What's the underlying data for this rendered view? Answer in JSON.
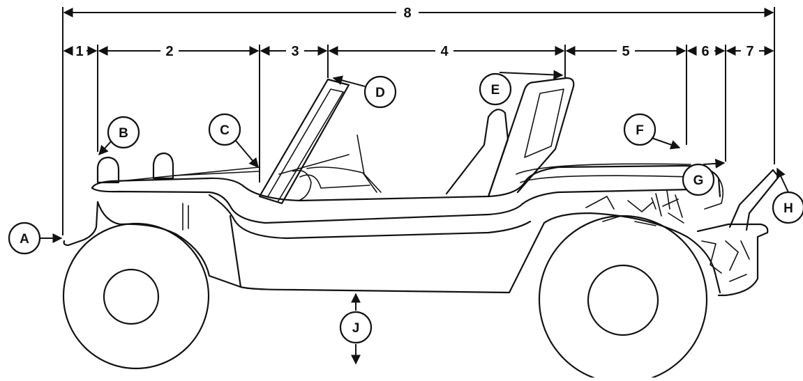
{
  "dimensions": [
    {
      "id": "d1",
      "label": "1"
    },
    {
      "id": "d2",
      "label": "2"
    },
    {
      "id": "d3",
      "label": "3"
    },
    {
      "id": "d4",
      "label": "4"
    },
    {
      "id": "d5",
      "label": "5"
    },
    {
      "id": "d6",
      "label": "6"
    },
    {
      "id": "d7",
      "label": "7"
    },
    {
      "id": "d8",
      "label": "8"
    }
  ],
  "callouts": [
    {
      "id": "A",
      "label": "A"
    },
    {
      "id": "B",
      "label": "B"
    },
    {
      "id": "C",
      "label": "C"
    },
    {
      "id": "D",
      "label": "D"
    },
    {
      "id": "E",
      "label": "E"
    },
    {
      "id": "F",
      "label": "F"
    },
    {
      "id": "G",
      "label": "G"
    },
    {
      "id": "H",
      "label": "H"
    },
    {
      "id": "J",
      "label": "J"
    }
  ]
}
